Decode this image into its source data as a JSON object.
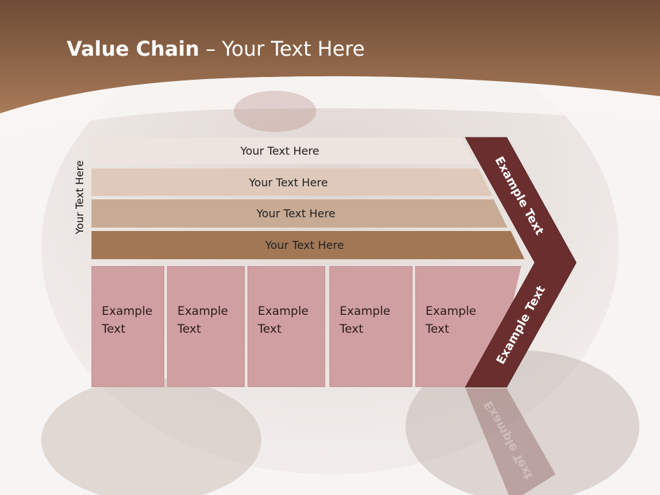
{
  "title": {
    "bold": "Value Chain",
    "rest": " – Your Text Here"
  },
  "side_label": "Your Text Here",
  "bars": [
    {
      "label": "Your Text Here",
      "color": "#ede3df"
    },
    {
      "label": "Your Text Here",
      "color": "#dfc9bb"
    },
    {
      "label": "Your Text Here",
      "color": "#c8ab94"
    },
    {
      "label": "Your Text Here",
      "color": "#a27756"
    }
  ],
  "boxes": [
    {
      "line1": "Example",
      "line2": "Text"
    },
    {
      "line1": "Example",
      "line2": "Text"
    },
    {
      "line1": "Example",
      "line2": "Text"
    },
    {
      "line1": "Example",
      "line2": "Text"
    },
    {
      "line1": "Example",
      "line2": "Text"
    }
  ],
  "chevron": {
    "upper": "Example Text",
    "lower": "Example Text",
    "color": "#6b2e2e"
  },
  "colors": {
    "header": "#8f6548",
    "box": "#d09fa1"
  }
}
